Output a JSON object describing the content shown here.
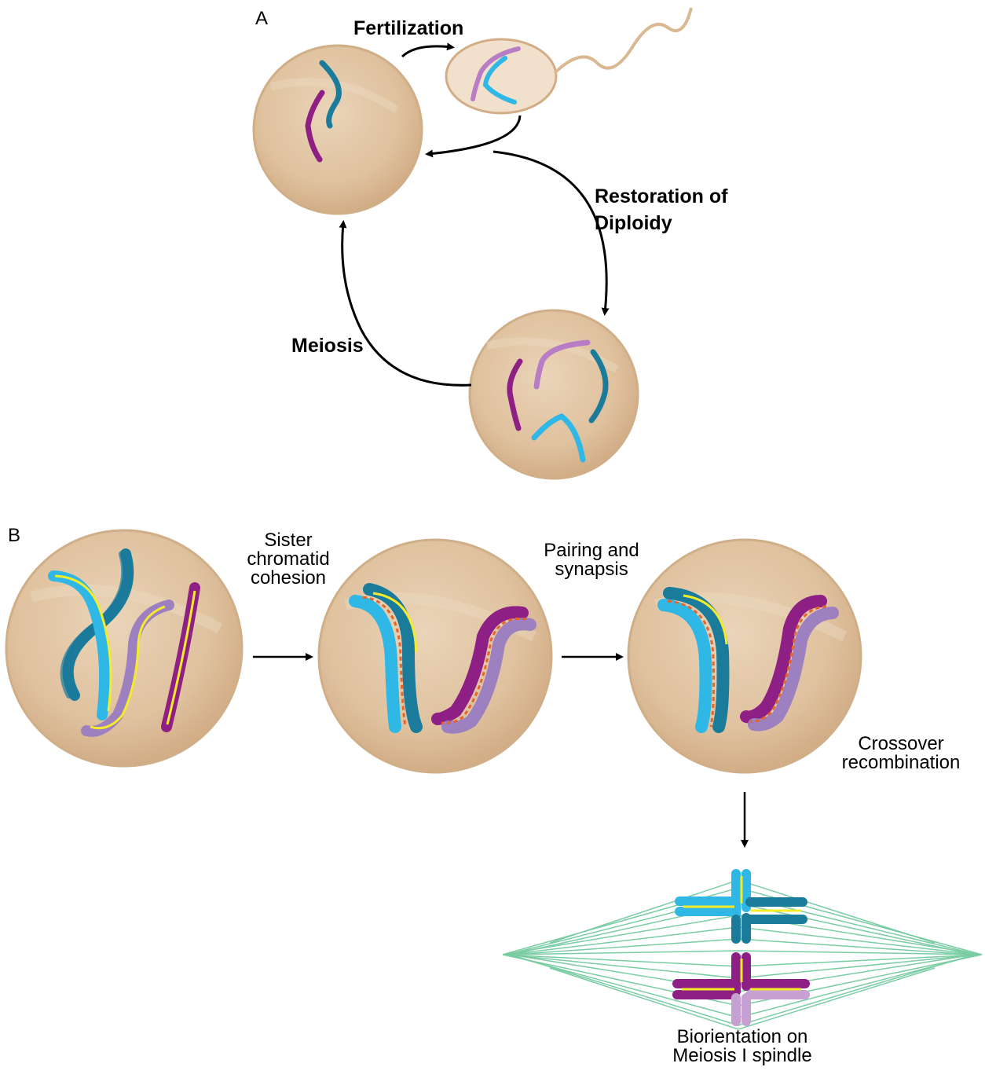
{
  "panels": {
    "a": "A",
    "b": "B"
  },
  "cycle": {
    "fertilization": "Fertilization",
    "restoration_line1": "Restoration of",
    "restoration_line2": "Diploidy",
    "meiosis": "Meiosis"
  },
  "steps": {
    "cohesion_line1": "Sister",
    "cohesion_line2": "chromatid",
    "cohesion_line3": "cohesion",
    "pairing_line1": "Pairing and",
    "pairing_line2": "synapsis",
    "crossover_line1": "Crossover",
    "crossover_line2": "recombination",
    "biorientation_line1": "Biorientation on",
    "biorientation_line2": "Meiosis I spindle"
  },
  "colors": {
    "cell_fill": "#e2c6a4",
    "cell_edge": "#cfae88",
    "teal": "#1b7b9b",
    "sky": "#2fb8e6",
    "magenta": "#8e1f84",
    "lavender": "#b87dc4",
    "purple_light": "#9d80c0",
    "yellow": "#f4ec2a",
    "orange_dots": "#e4642c",
    "spindle": "#6cc79a"
  }
}
